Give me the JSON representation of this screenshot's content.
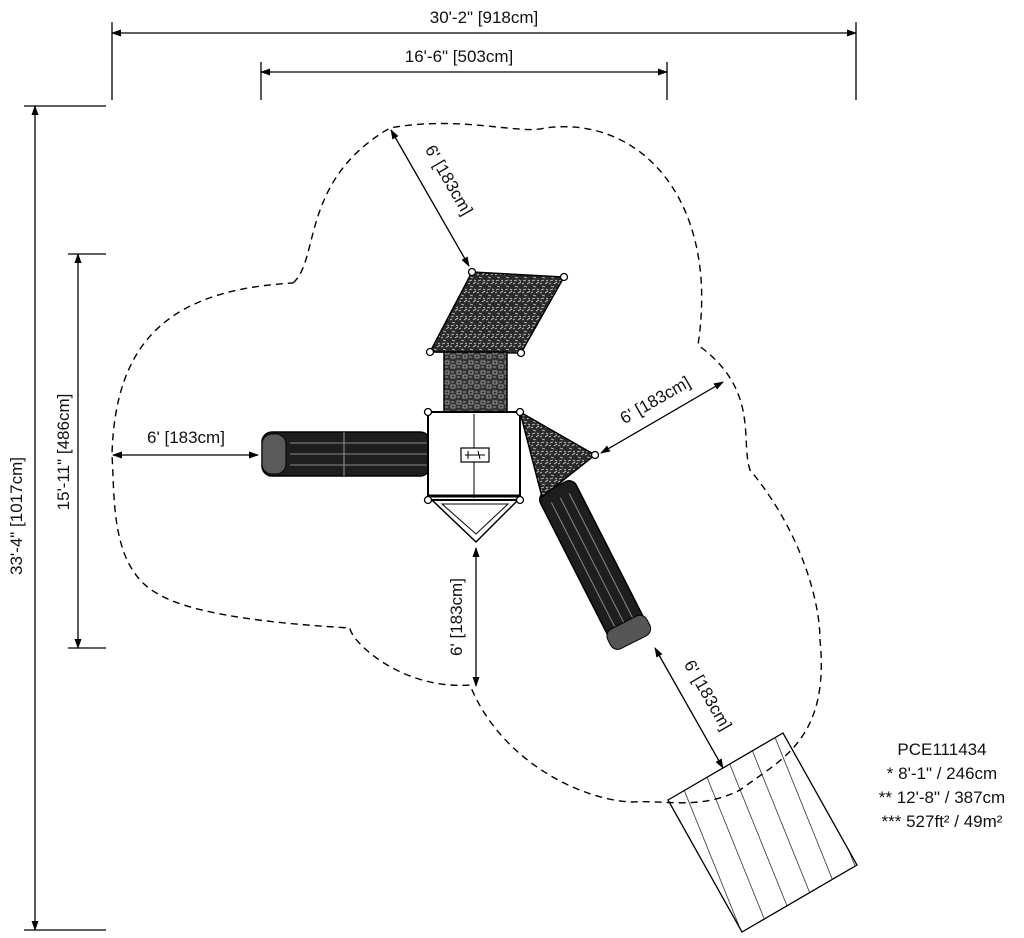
{
  "dimensions": {
    "overall_width": "30'-2\" [918cm]",
    "inner_width": "16'-6\" [503cm]",
    "overall_height": "33'-4\" [1017cm]",
    "inner_height": "15'-11\" [486cm]",
    "clearance_top": "6' [183cm]",
    "clearance_left": "6' [183cm]",
    "clearance_right": "6' [183cm]",
    "clearance_bottom": "6' [183cm]",
    "clearance_slide": "6' [183cm]"
  },
  "product": {
    "model": "PCE111434",
    "height_1": "* 8'-1\" / 246cm",
    "height_2": "** 12'-8\" / 387cm",
    "area": "*** 527ft² / 49m²"
  }
}
